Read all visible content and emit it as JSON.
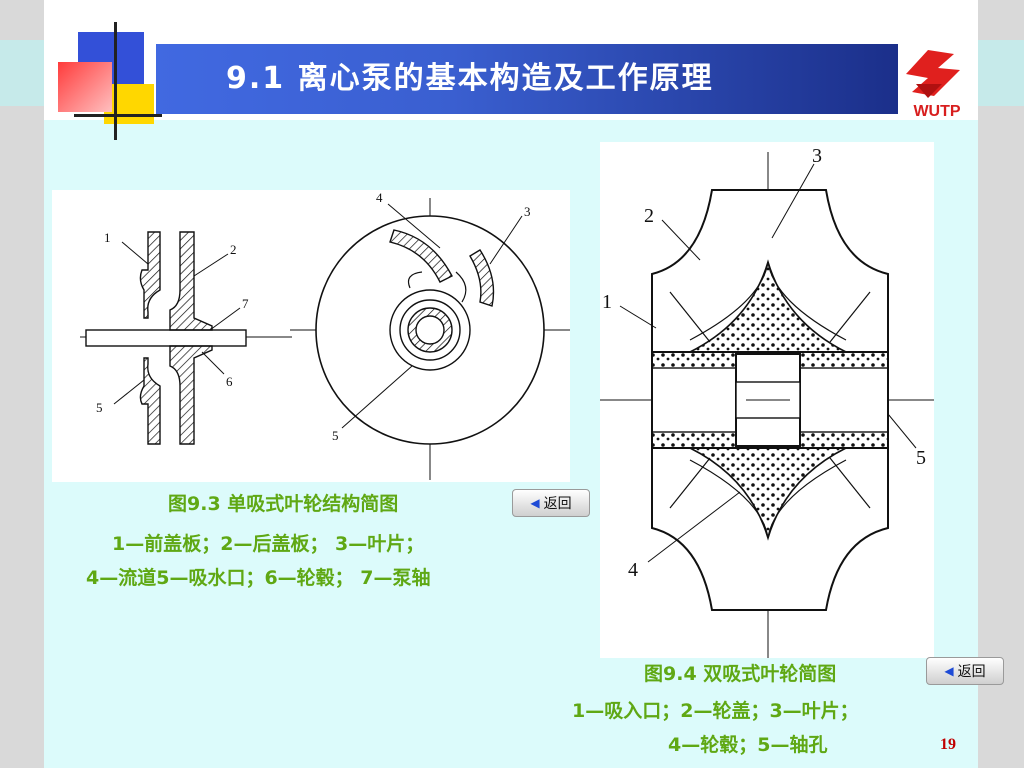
{
  "header": {
    "title": "9.1  离心泵的基本构造及工作原理",
    "logo_text": "WUTP"
  },
  "figure_left": {
    "caption_title": "图9.3  单吸式叶轮结构简图",
    "caption_line1": "1—前盖板；2—后盖板； 3—叶片；",
    "caption_line2": "4—流道5—吸水口；6—轮毂； 7—泵轴",
    "side_labels": [
      "1",
      "2",
      "7",
      "6",
      "5"
    ],
    "front_labels": [
      "4",
      "3",
      "5"
    ],
    "back_button": "返回"
  },
  "figure_right": {
    "caption_title": "图9.4 双吸式叶轮简图",
    "caption_line1": "1—吸入口；2—轮盖；3—叶片；",
    "caption_line2": "4—轮毂；5—轴孔",
    "labels": [
      "3",
      "2",
      "1",
      "5",
      "4"
    ],
    "back_button": "返回"
  },
  "footer": {
    "page_number": "19"
  },
  "colors": {
    "caption": "#5fa814",
    "title_bar": "#3a5fd0",
    "page_number": "#c00000",
    "background": "#dcfbfb"
  },
  "icons": [
    "back-arrow-icon",
    "wutp-logo"
  ]
}
